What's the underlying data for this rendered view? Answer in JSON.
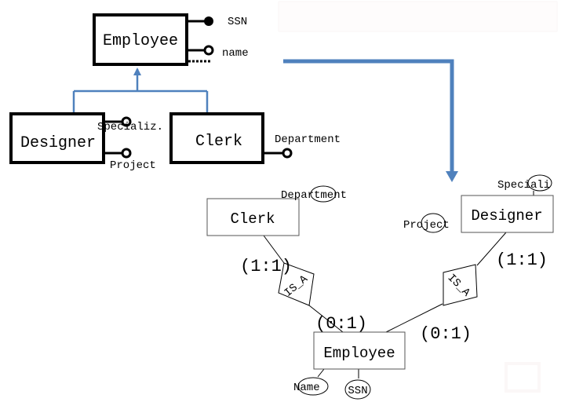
{
  "top_diagram": {
    "employee": {
      "label": "Employee",
      "attributes": {
        "key": "SSN",
        "name": "name"
      }
    },
    "designer": {
      "label": "Designer",
      "attributes": {
        "specialization": "Specializ.",
        "project": "Project"
      }
    },
    "clerk": {
      "label": "Clerk",
      "attributes": {
        "department": "Department"
      }
    }
  },
  "bottom_diagram": {
    "clerk": {
      "label": "Clerk",
      "attribute": "Department"
    },
    "designer": {
      "label": "Designer",
      "attributes": {
        "specialization": "Speciali",
        "project": "Project"
      }
    },
    "employee": {
      "label": "Employee",
      "attributes": {
        "name": "Name",
        "ssn": "SSN"
      }
    },
    "isa_left": {
      "label": "IS_A"
    },
    "isa_right": {
      "label": "IS_A"
    },
    "cardinalities": {
      "clerk_side": "(1:1)",
      "designer_side": "(1:1)",
      "employee_left": "(0:1)",
      "employee_right": "(0:1)"
    }
  },
  "colors": {
    "arrow": "#4f81bd",
    "line": "#000000"
  }
}
